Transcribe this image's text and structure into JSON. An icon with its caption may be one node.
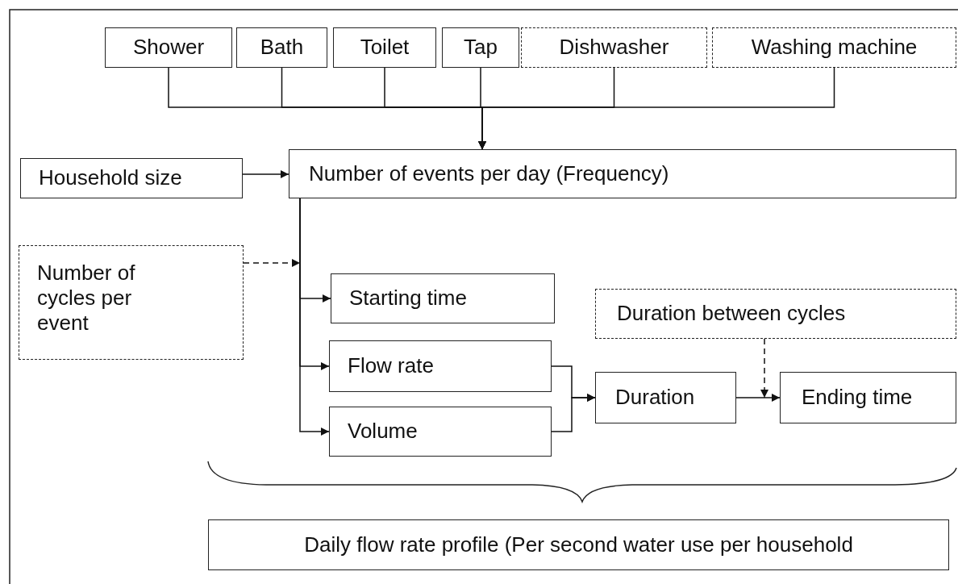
{
  "diagram": {
    "nodes": [
      {
        "text": [
          "Shower"
        ]
      },
      {
        "text": [
          "Bath"
        ]
      },
      {
        "text": [
          "Toilet"
        ]
      },
      {
        "text": [
          "Tap"
        ]
      },
      {
        "text": [
          "Dishwasher"
        ]
      },
      {
        "text": [
          "Washing machine"
        ]
      },
      {
        "text": [
          "Household size"
        ]
      },
      {
        "text": [
          "Number of events per day (Frequency)"
        ]
      },
      {
        "text": [
          "Number of cycles per event"
        ]
      },
      {
        "text": [
          "Starting time"
        ]
      },
      {
        "text": [
          "Flow rate"
        ]
      },
      {
        "text": [
          "Volume"
        ]
      },
      {
        "text": [
          "Duration between cycles"
        ]
      },
      {
        "text": [
          "Duration"
        ]
      },
      {
        "text": [
          "Ending time"
        ]
      },
      {
        "text": [
          "Daily flow rate profile (Per second water use per household"
        ]
      }
    ],
    "edges": [
      {
        "from": 0,
        "to": 7,
        "arrow": "to"
      },
      {
        "from": 1,
        "to": 7,
        "arrow": "to"
      },
      {
        "from": 2,
        "to": 7,
        "arrow": "to"
      },
      {
        "from": 3,
        "to": 7,
        "arrow": "to"
      },
      {
        "from": 4,
        "to": 7,
        "arrow": "to"
      },
      {
        "from": 5,
        "to": 7,
        "arrow": "to"
      },
      {
        "from": 6,
        "to": 7,
        "arrow": "to"
      },
      {
        "from": 8,
        "to": null,
        "arrow": "to",
        "style": "dashed"
      },
      {
        "from": 7,
        "to": 9,
        "arrow": "to"
      },
      {
        "from": 7,
        "to": 10,
        "arrow": "to"
      },
      {
        "from": 7,
        "to": 11,
        "arrow": "to"
      },
      {
        "from": 10,
        "to": 13,
        "arrow": "to"
      },
      {
        "from": 11,
        "to": 13,
        "arrow": "to"
      },
      {
        "from": 13,
        "to": 14,
        "arrow": "to"
      },
      {
        "from": 12,
        "to": 14,
        "arrow": "to",
        "style": "dashed"
      }
    ]
  }
}
